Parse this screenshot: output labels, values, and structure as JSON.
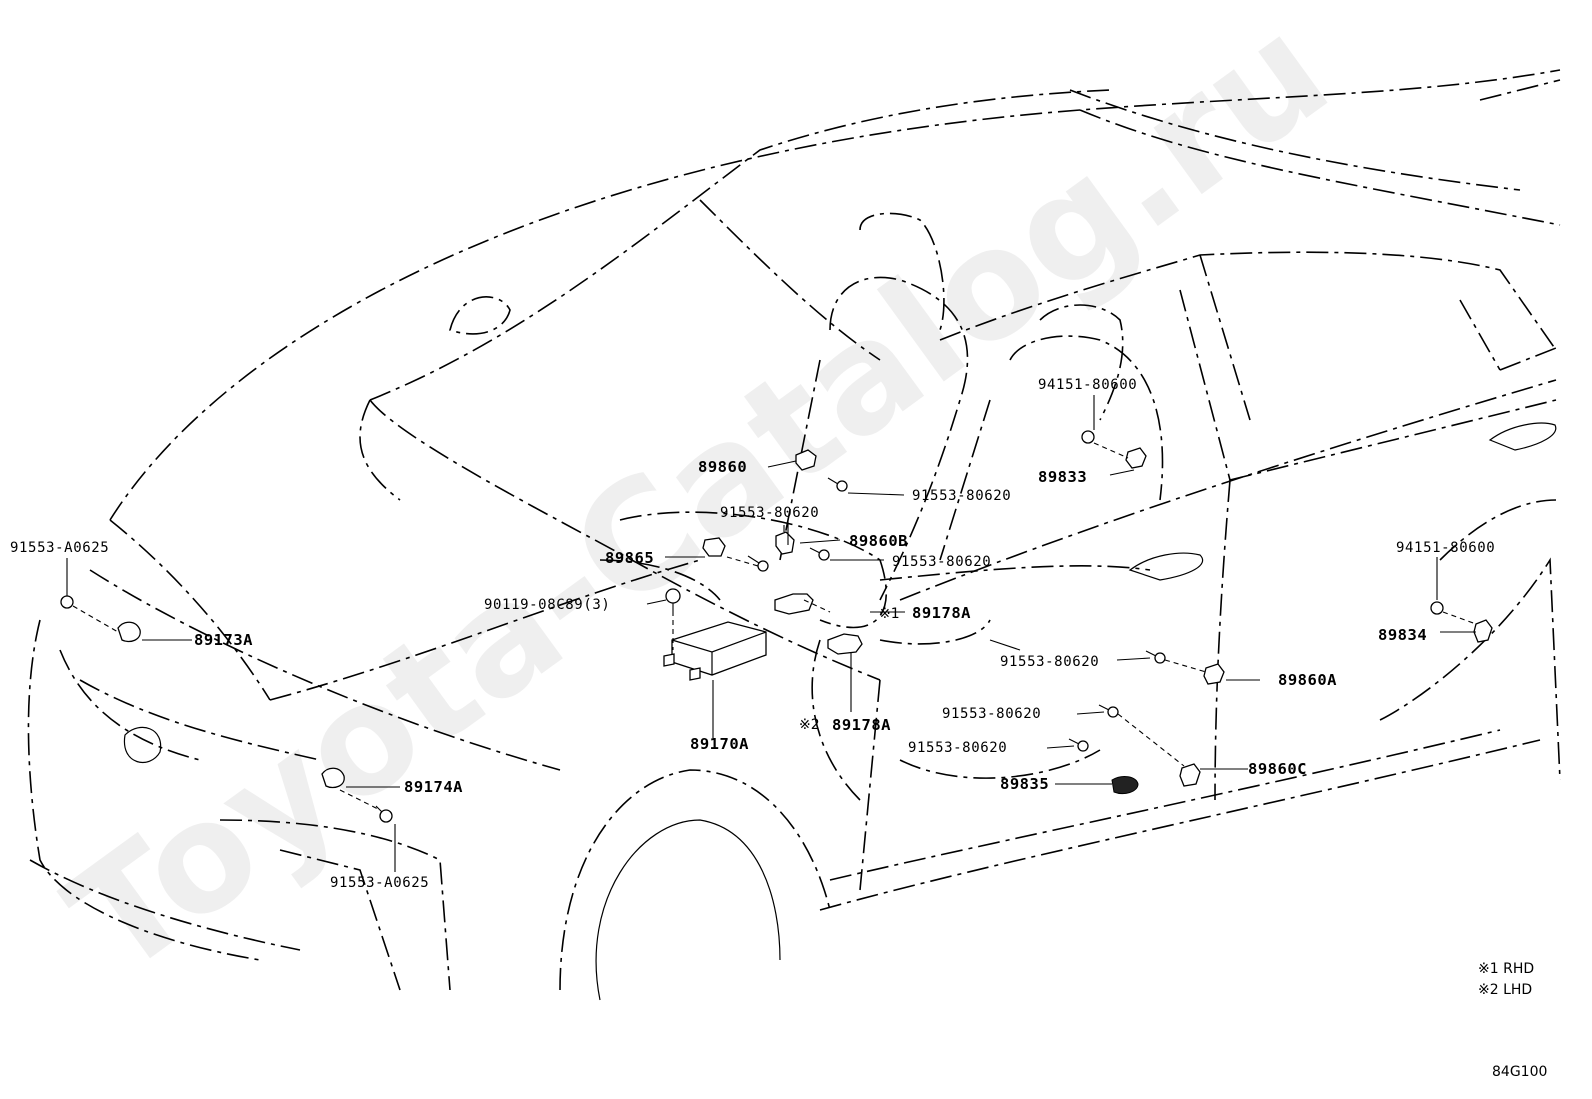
{
  "watermark": "Toyota-Catalog.ru",
  "diagram_code": "84G100",
  "notes": [
    "※1 RHD",
    "※2 LHD"
  ],
  "labels": {
    "p89860": "89860",
    "p91553_80620_a": "91553-80620",
    "p94151_80600_a": "94151-80600",
    "p89833": "89833",
    "p91553_80620_b": "91553-80620",
    "p89860B": "89860B",
    "p89865": "89865",
    "p91553_80620_c": "91553-80620",
    "p90119": "90119-08C89(3)",
    "p89178A_1": "89178A",
    "p89178A_1_mark": "※1",
    "p91553_A0625_a": "91553-A0625",
    "p89173A": "89173A",
    "p91553_80620_d": "91553-80620",
    "p89860A": "89860A",
    "p94151_80600_b": "94151-80600",
    "p89834": "89834",
    "p91553_80620_e": "91553-80620",
    "p89170A": "89170A",
    "p89178A_2": "89178A",
    "p89178A_2_mark": "※2",
    "p91553_80620_f": "91553-80620",
    "p89860C": "89860C",
    "p89835": "89835",
    "p89174A": "89174A",
    "p91553_A0625_b": "91553-A0625"
  }
}
